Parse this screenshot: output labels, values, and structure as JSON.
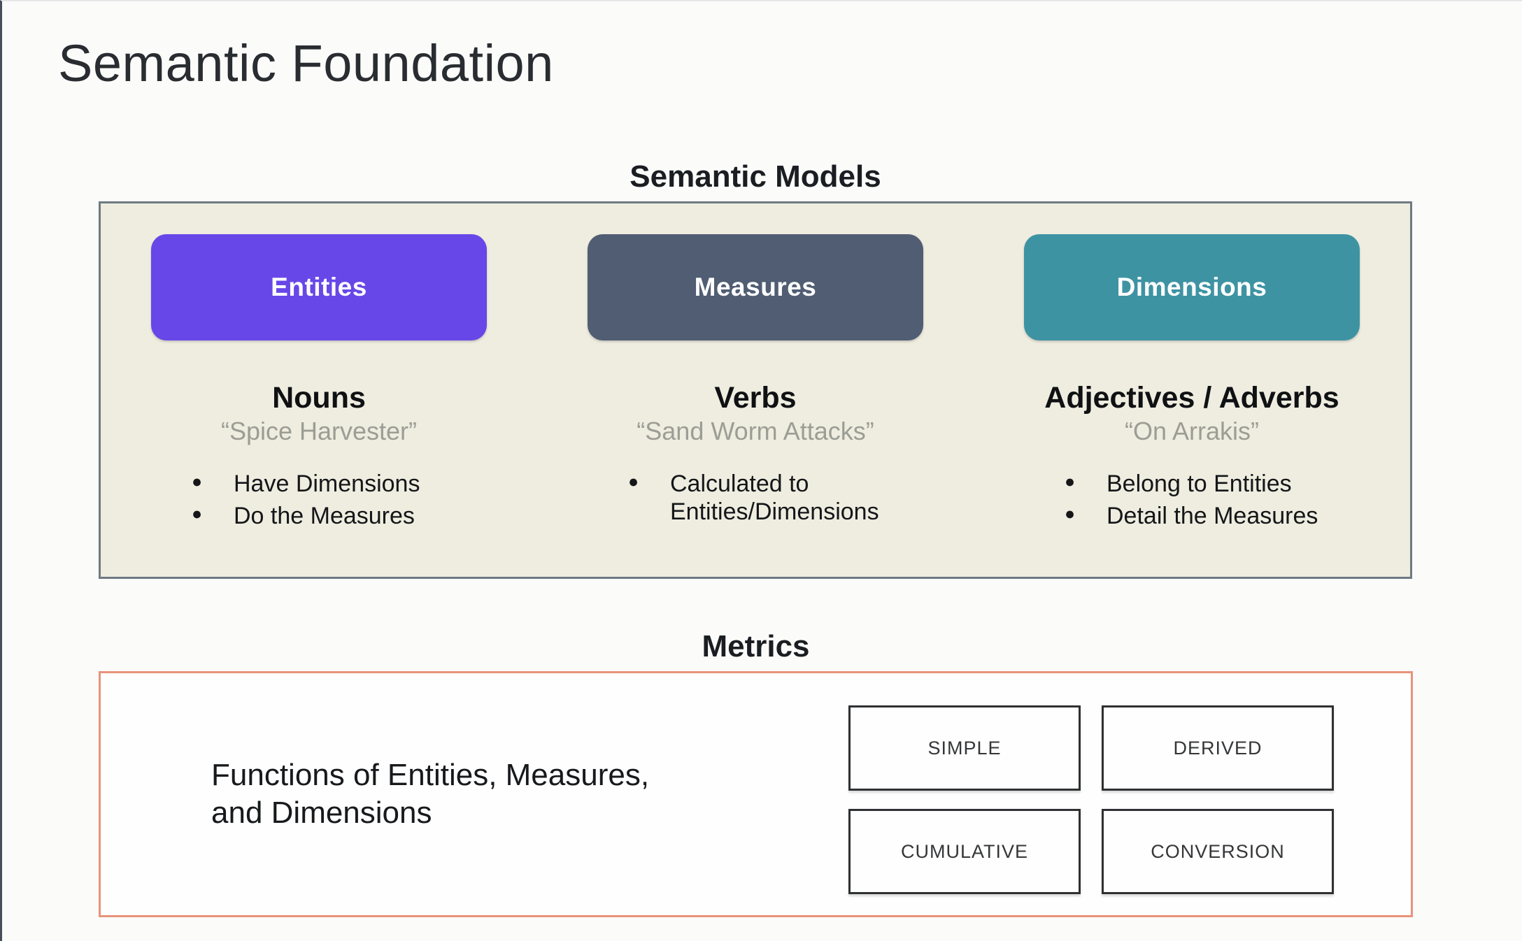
{
  "title": "Semantic Foundation",
  "semantic_models": {
    "heading": "Semantic Models",
    "panel_bg": "#EFEDE0",
    "panel_border": "#6E7A83",
    "columns": [
      {
        "label": "Entities",
        "color": "#6847E8",
        "role": "Nouns",
        "example": "“Spice Harvester”",
        "bullets": [
          "Have Dimensions",
          "Do the Measures"
        ]
      },
      {
        "label": "Measures",
        "color": "#505D73",
        "role": "Verbs",
        "example": "“Sand Worm Attacks”",
        "bullets": [
          "Calculated to Entities/Dimensions"
        ]
      },
      {
        "label": "Dimensions",
        "color": "#3E93A3",
        "role": "Adjectives / Adverbs",
        "example": "“On Arrakis”",
        "bullets": [
          "Belong to Entities",
          "Detail the Measures"
        ]
      }
    ]
  },
  "metrics": {
    "heading": "Metrics",
    "panel_border": "#E8937B",
    "description_lines": [
      "Functions of Entities, Measures,",
      "and Dimensions"
    ],
    "types": [
      "SIMPLE",
      "DERIVED",
      "CUMULATIVE",
      "CONVERSION"
    ]
  }
}
